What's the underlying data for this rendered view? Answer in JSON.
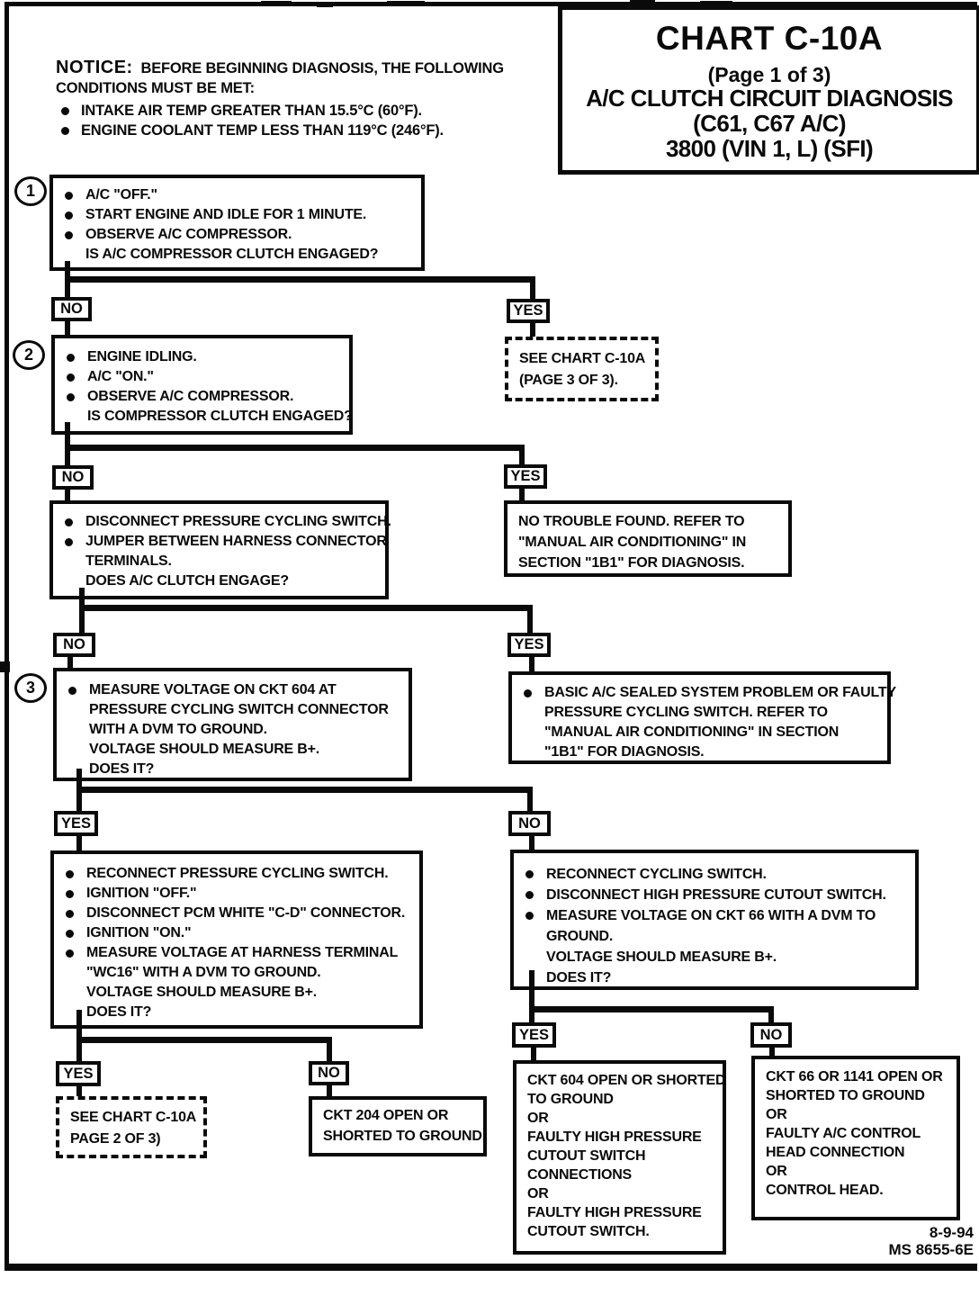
{
  "colors": {
    "ink": "#0a0a0a",
    "paper": "#ffffff"
  },
  "title_block": {
    "title": "CHART C-10A",
    "page": "(Page 1 of 3)",
    "subtitle1": "A/C CLUTCH CIRCUIT DIAGNOSIS",
    "subtitle2": "(C61, C67 A/C)",
    "subtitle3": "3800  (VIN 1, L)  (SFI)"
  },
  "notice": {
    "label": "NOTICE:",
    "text": "BEFORE BEGINNING DIAGNOSIS, THE FOLLOWING CONDITIONS MUST BE MET:",
    "items": [
      "INTAKE AIR TEMP GREATER THAN 15.5°C (60°F).",
      "ENGINE COOLANT TEMP LESS THAN 119°C (246°F)."
    ]
  },
  "labels": {
    "no": "NO",
    "yes": "YES"
  },
  "steps": {
    "s1": "1",
    "s2": "2",
    "s3": "3"
  },
  "nodes": {
    "step1": {
      "lines": [
        "A/C \"OFF.\"",
        "START ENGINE AND IDLE FOR 1 MINUTE.",
        "OBSERVE A/C COMPRESSOR.",
        "IS A/C COMPRESSOR CLUTCH ENGAGED?"
      ]
    },
    "step2": {
      "lines": [
        "ENGINE IDLING.",
        "A/C \"ON.\"",
        "OBSERVE A/C COMPRESSOR.",
        "IS COMPRESSOR CLUTCH ENGAGED?"
      ]
    },
    "see_page3": {
      "lines": [
        "SEE CHART C-10A",
        "(PAGE 3 OF 3)."
      ]
    },
    "jumper_test": {
      "lines": [
        "DISCONNECT PRESSURE CYCLING SWITCH.",
        "JUMPER BETWEEN HARNESS CONNECTOR",
        "TERMINALS.",
        "DOES A/C CLUTCH ENGAGE?"
      ]
    },
    "no_trouble": {
      "lines": [
        "NO TROUBLE FOUND.  REFER TO",
        "\"MANUAL AIR CONDITIONING\" IN",
        "SECTION \"1B1\" FOR DIAGNOSIS."
      ]
    },
    "ckt604_voltage": {
      "lines": [
        "MEASURE VOLTAGE ON CKT 604 AT",
        "PRESSURE CYCLING SWITCH  CONNECTOR",
        "WITH A DVM TO GROUND.",
        "VOLTAGE SHOULD MEASURE B+.",
        "DOES IT?"
      ]
    },
    "basic_ac": {
      "lines": [
        "BASIC A/C SEALED SYSTEM PROBLEM OR FAULTY",
        "PRESSURE CYCLING SWITCH.  REFER TO",
        "\"MANUAL AIR CONDITIONING\" IN SECTION",
        "\"1B1\" FOR DIAGNOSIS."
      ]
    },
    "reconnect_pcs": {
      "lines": [
        "RECONNECT PRESSURE CYCLING SWITCH.",
        "IGNITION \"OFF.\"",
        "DISCONNECT PCM WHITE \"C-D\" CONNECTOR.",
        "IGNITION \"ON.\"",
        "MEASURE VOLTAGE AT HARNESS TERMINAL",
        "\"WC16\" WITH A DVM TO GROUND.",
        "VOLTAGE SHOULD MEASURE B+.",
        "DOES IT?"
      ]
    },
    "reconnect_cycling": {
      "lines": [
        "RECONNECT CYCLING SWITCH.",
        "DISCONNECT HIGH PRESSURE CUTOUT SWITCH.",
        "MEASURE VOLTAGE ON CKT 66 WITH A DVM TO",
        "GROUND.",
        "VOLTAGE SHOULD MEASURE B+.",
        "DOES IT?"
      ]
    },
    "see_page2": {
      "lines": [
        "SEE CHART C-10A",
        "PAGE 2 OF 3)"
      ]
    },
    "ckt204": {
      "lines": [
        "CKT 204 OPEN OR",
        "SHORTED TO GROUND."
      ]
    },
    "ckt604_fault": {
      "lines": [
        "CKT 604 OPEN OR SHORTED",
        "TO GROUND",
        "OR",
        "FAULTY HIGH PRESSURE",
        "CUTOUT SWITCH",
        "CONNECTIONS",
        "OR",
        "FAULTY HIGH PRESSURE",
        "CUTOUT SWITCH."
      ]
    },
    "ckt66_fault": {
      "lines": [
        "CKT 66 OR 1141 OPEN OR",
        "SHORTED TO GROUND",
        "OR",
        "FAULTY A/C CONTROL",
        "HEAD CONNECTION",
        "OR",
        "CONTROL HEAD."
      ]
    }
  },
  "footer": {
    "date": "8-9-94",
    "code": "MS 8655-6E"
  }
}
